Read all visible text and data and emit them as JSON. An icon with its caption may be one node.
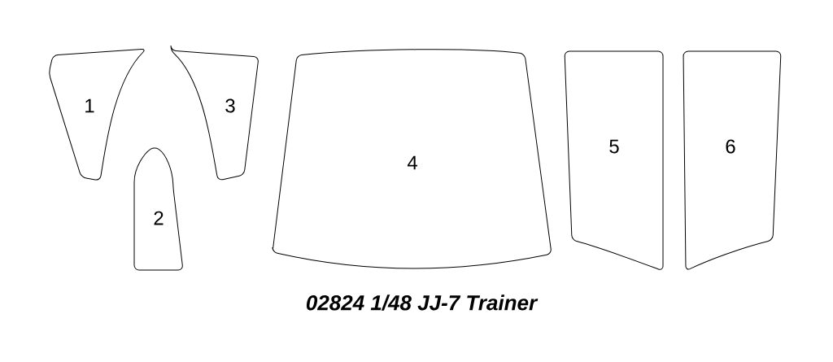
{
  "diagram": {
    "title": "02824 1/48 JJ-7 Trainer",
    "nodes": [
      {
        "text": [
          "1"
        ]
      },
      {
        "text": [
          "2"
        ]
      },
      {
        "text": [
          "3"
        ]
      },
      {
        "text": [
          "4"
        ]
      },
      {
        "text": [
          "5"
        ]
      },
      {
        "text": [
          "6"
        ]
      }
    ]
  }
}
